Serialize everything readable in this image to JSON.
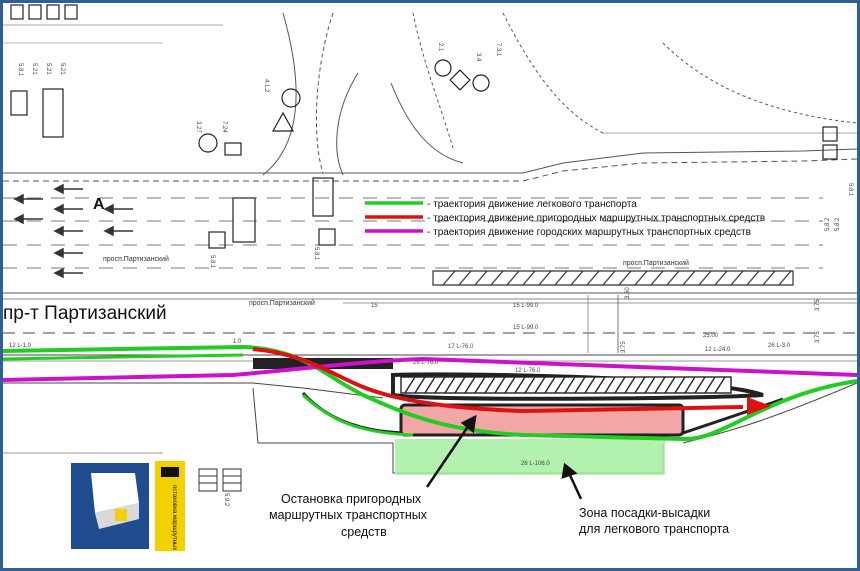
{
  "legend": {
    "items": [
      {
        "label": "- траектория движение легкового транспорта",
        "color": "#22cc22"
      },
      {
        "label": "- траектория движение пригородных маршрутных транспортных средств",
        "color": "#dd1111"
      },
      {
        "label": "- траектория движение городских маршрутных транспортных средств",
        "color": "#cc11cc"
      }
    ]
  },
  "street": {
    "main_name": "пр-т Партизанский",
    "small_labels": [
      "просп.Партизанский",
      "просп.Партизанский",
      "просп.Партизанский"
    ]
  },
  "captions": {
    "bus_stop": [
      "Остановка пригородных",
      "маршрутных транспортных",
      "средств"
    ],
    "car_zone": [
      "Зона посадки-высадки",
      "для легкового транспорта"
    ]
  },
  "sign_codes": [
    "5.8.1",
    "5.21",
    "5.21",
    "5.21",
    "3.27",
    "7.24",
    "4.1.2",
    "2.1",
    "3.4",
    "7.3.1",
    "5.8.1",
    "5.8.1",
    "5.8.2",
    "5.8.2",
    "5.8.1",
    "5.9.2"
  ],
  "dimensions": [
    "15",
    "15 L-99.0",
    "15 L-99.0",
    "17 L-76.0",
    "12 L-76.0",
    "26 L-76.0",
    "12 L-24.0",
    "26 L-3.0",
    "25.00",
    "26 L-106.0",
    "3.50",
    "3.75",
    "3.75",
    "3.75",
    "1.0",
    "12 L-1.0"
  ],
  "stop_sign_text": "остановка маршрутных",
  "colors": {
    "car_route": "#22cc22",
    "suburban_route": "#dd1111",
    "city_route": "#cc11cc",
    "frame": "#2f5f95",
    "platform_fill": "#f2a6a6",
    "car_zone_fill": "#a6eea0",
    "sign_bg": "#1f4d8f",
    "sign_yellow": "#f5d000"
  }
}
